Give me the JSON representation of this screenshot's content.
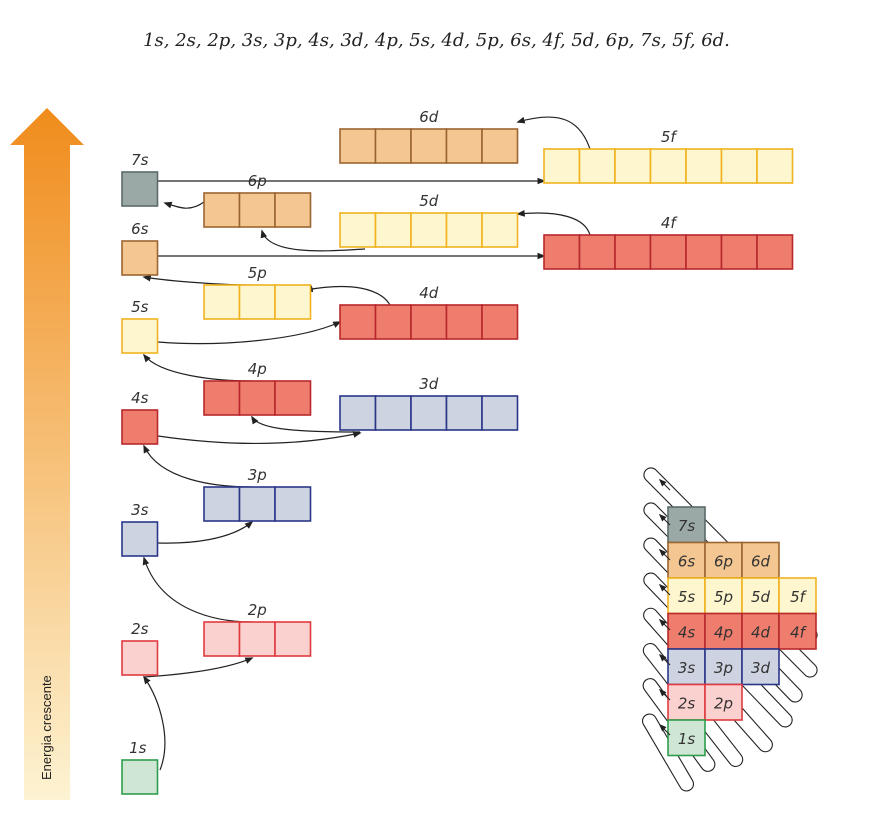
{
  "sequence": "1s, 2s, 2p, 3s, 3p, 4s, 3d, 4p, 5s, 4d, 5p, 6s, 4f, 5d, 6p, 7s, 5f, 6d.",
  "axis_label": "Energia crescente",
  "colors": {
    "green": {
      "fill": "#cfe6d4",
      "stroke": "#2e9e4e"
    },
    "pink": {
      "fill": "#fbd1cf",
      "stroke": "#e0393e"
    },
    "blue": {
      "fill": "#cdd3e0",
      "stroke": "#2b3689"
    },
    "red": {
      "fill": "#ee7d6d",
      "stroke": "#b8282c"
    },
    "yellow": {
      "fill": "#fdf6cf",
      "stroke": "#f0b21e"
    },
    "tan": {
      "fill": "#f4c792",
      "stroke": "#9b6531"
    },
    "gray": {
      "fill": "#9aa8a6",
      "stroke": "#5b6b69"
    },
    "arrow_top": "#f08c1c",
    "arrow_bottom": "#fdf3d2"
  },
  "orbitals": [
    {
      "id": "1s",
      "label": "1s",
      "boxes": 1,
      "color": "green"
    },
    {
      "id": "2s",
      "label": "2s",
      "boxes": 1,
      "color": "pink"
    },
    {
      "id": "2p",
      "label": "2p",
      "boxes": 3,
      "color": "pink"
    },
    {
      "id": "3s",
      "label": "3s",
      "boxes": 1,
      "color": "blue"
    },
    {
      "id": "3p",
      "label": "3p",
      "boxes": 3,
      "color": "blue"
    },
    {
      "id": "4s",
      "label": "4s",
      "boxes": 1,
      "color": "red"
    },
    {
      "id": "3d",
      "label": "3d",
      "boxes": 5,
      "color": "blue"
    },
    {
      "id": "4p",
      "label": "4p",
      "boxes": 3,
      "color": "red"
    },
    {
      "id": "5s",
      "label": "5s",
      "boxes": 1,
      "color": "yellow"
    },
    {
      "id": "4d",
      "label": "4d",
      "boxes": 5,
      "color": "red"
    },
    {
      "id": "5p",
      "label": "5p",
      "boxes": 3,
      "color": "yellow"
    },
    {
      "id": "6s",
      "label": "6s",
      "boxes": 1,
      "color": "tan"
    },
    {
      "id": "4f",
      "label": "4f",
      "boxes": 7,
      "color": "red"
    },
    {
      "id": "5d",
      "label": "5d",
      "boxes": 5,
      "color": "yellow"
    },
    {
      "id": "6p",
      "label": "6p",
      "boxes": 3,
      "color": "tan"
    },
    {
      "id": "7s",
      "label": "7s",
      "boxes": 1,
      "color": "gray"
    },
    {
      "id": "5f",
      "label": "5f",
      "boxes": 7,
      "color": "yellow"
    },
    {
      "id": "6d",
      "label": "6d",
      "boxes": 5,
      "color": "tan"
    }
  ],
  "diagonal_table": [
    [
      {
        "label": "7s",
        "color": "gray"
      }
    ],
    [
      {
        "label": "6s",
        "color": "tan"
      },
      {
        "label": "6p",
        "color": "tan"
      },
      {
        "label": "6d",
        "color": "tan"
      }
    ],
    [
      {
        "label": "5s",
        "color": "yellow"
      },
      {
        "label": "5p",
        "color": "yellow"
      },
      {
        "label": "5d",
        "color": "yellow"
      },
      {
        "label": "5f",
        "color": "yellow"
      }
    ],
    [
      {
        "label": "4s",
        "color": "red"
      },
      {
        "label": "4p",
        "color": "red"
      },
      {
        "label": "4d",
        "color": "red"
      },
      {
        "label": "4f",
        "color": "red"
      }
    ],
    [
      {
        "label": "3s",
        "color": "blue"
      },
      {
        "label": "3p",
        "color": "blue"
      },
      {
        "label": "3d",
        "color": "blue"
      }
    ],
    [
      {
        "label": "2s",
        "color": "pink"
      },
      {
        "label": "2p",
        "color": "pink"
      }
    ],
    [
      {
        "label": "1s",
        "color": "green"
      }
    ]
  ]
}
